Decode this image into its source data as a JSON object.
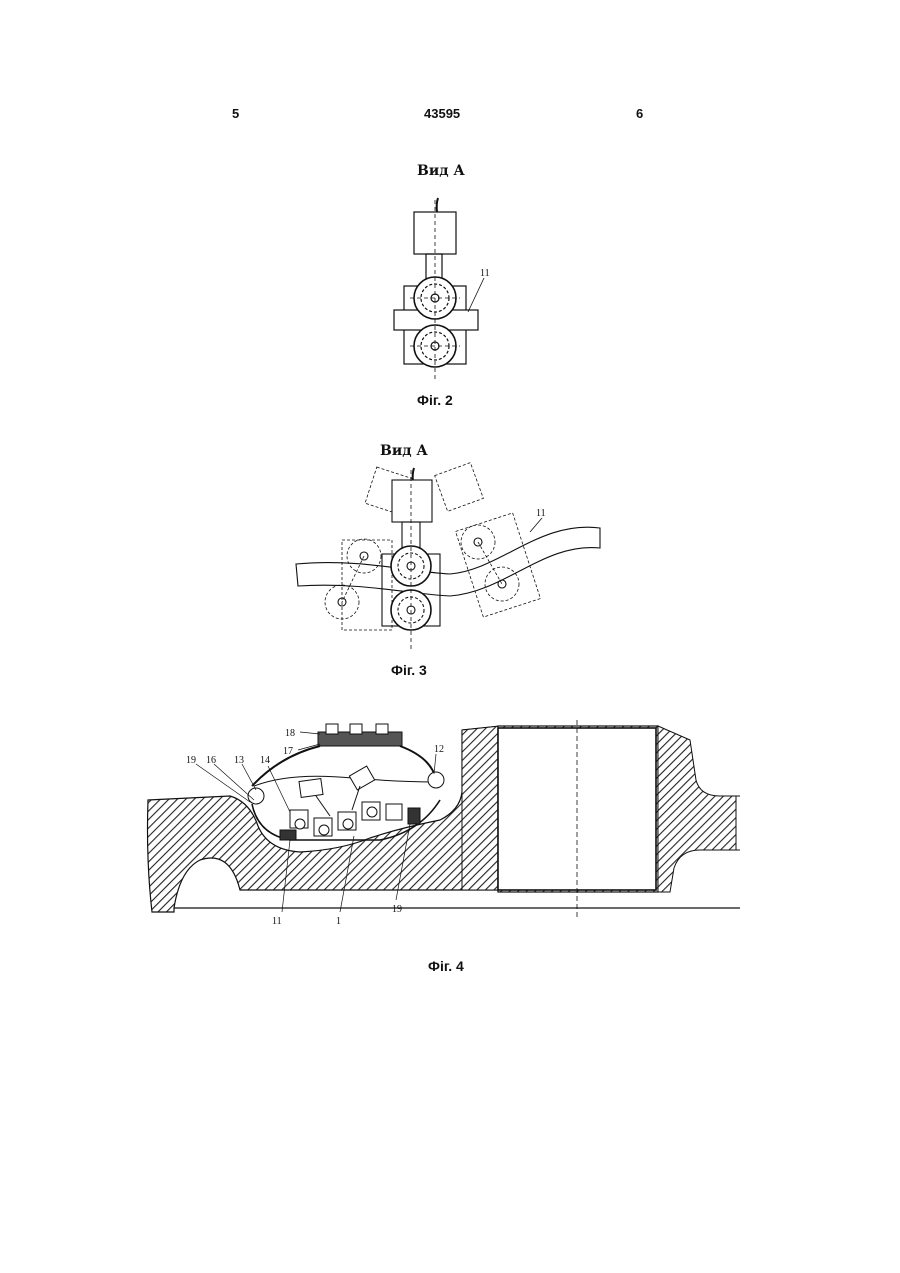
{
  "header": {
    "page_left": "5",
    "doc_number": "43595",
    "page_right": "6"
  },
  "fig2": {
    "view_label": "Вид А",
    "caption": "Фіг. 2",
    "labels": {
      "part": "11"
    }
  },
  "fig3": {
    "view_label": "Вид А",
    "caption": "Фіг. 3",
    "labels": {
      "part": "11"
    }
  },
  "fig4": {
    "caption": "Фіг. 4",
    "labels": {
      "l18": "18",
      "l17": "17",
      "l19a": "19",
      "l16": "16",
      "l13": "13",
      "l14": "14",
      "l12": "12",
      "l11": "11",
      "l1": "1",
      "l19b": "19"
    }
  }
}
